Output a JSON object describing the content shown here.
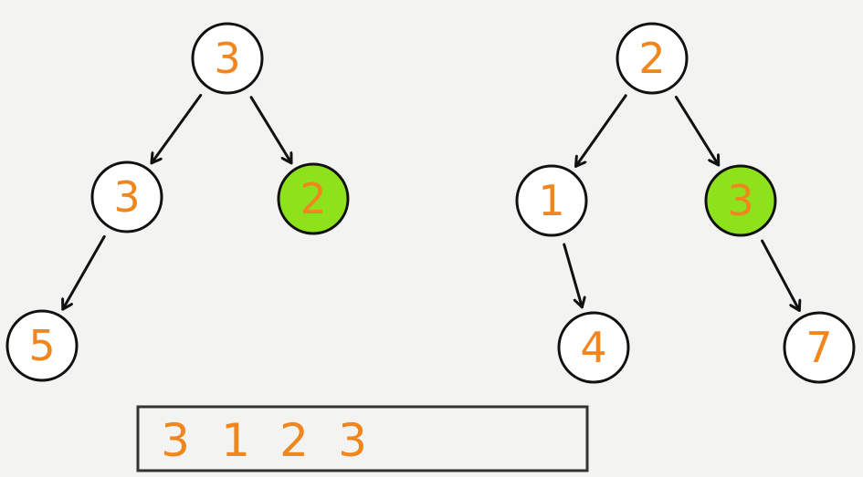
{
  "colors": {
    "background": "#f3f3f1",
    "node_fill": "#ffffff",
    "node_highlight_fill": "#8ee21c",
    "stroke": "#111111",
    "number_color": "#f0861e"
  },
  "trees": [
    {
      "nodes": [
        {
          "id": "l-root",
          "label": "3",
          "highlighted": false
        },
        {
          "id": "l-left",
          "label": "3",
          "highlighted": false
        },
        {
          "id": "l-right",
          "label": "2",
          "highlighted": true
        },
        {
          "id": "l-left-left",
          "label": "5",
          "highlighted": false
        }
      ],
      "edges": [
        {
          "from": "l-root",
          "to": "l-left"
        },
        {
          "from": "l-root",
          "to": "l-right"
        },
        {
          "from": "l-left",
          "to": "l-left-left"
        }
      ]
    },
    {
      "nodes": [
        {
          "id": "r-root",
          "label": "2",
          "highlighted": false
        },
        {
          "id": "r-left",
          "label": "1",
          "highlighted": false
        },
        {
          "id": "r-right",
          "label": "3",
          "highlighted": true
        },
        {
          "id": "r-left-right",
          "label": "4",
          "highlighted": false
        },
        {
          "id": "r-right-right",
          "label": "7",
          "highlighted": false
        }
      ],
      "edges": [
        {
          "from": "r-root",
          "to": "r-left"
        },
        {
          "from": "r-root",
          "to": "r-right"
        },
        {
          "from": "r-left",
          "to": "r-left-right"
        },
        {
          "from": "r-right",
          "to": "r-right-right"
        }
      ]
    }
  ],
  "queue": {
    "values": [
      "3",
      "1",
      "2",
      "3"
    ]
  }
}
